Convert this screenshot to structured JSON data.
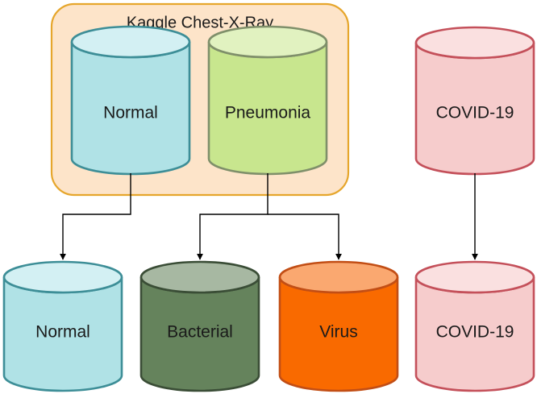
{
  "group": {
    "title": "Kaggle Chest-X-Ray",
    "fill": "#fde4c9",
    "stroke": "#e6a62c"
  },
  "sources": {
    "normal": {
      "label": "Normal",
      "body": "#b0e2e6",
      "top": "#d3f0f3",
      "stroke": "#3d8e97"
    },
    "pneumonia": {
      "label": "Pneumonia",
      "body": "#c8e68e",
      "top": "#e1f2c0",
      "stroke": "#7f8f6a"
    },
    "covid": {
      "label": "COVID-19",
      "body": "#f6cccc",
      "top": "#fae0e0",
      "stroke": "#c4505a"
    }
  },
  "targets": {
    "normal": {
      "label": "Normal",
      "body": "#b0e2e6",
      "top": "#d3f0f3",
      "stroke": "#3d8e97"
    },
    "bacterial": {
      "label": "Bacterial",
      "body": "#65835c",
      "top": "#a7b8a2",
      "stroke": "#3a4d36"
    },
    "virus": {
      "label": "Virus",
      "body": "#f96a00",
      "top": "#faa870",
      "stroke": "#c24e15"
    },
    "covid": {
      "label": "COVID-19",
      "body": "#f6cccc",
      "top": "#fae0e0",
      "stroke": "#c4505a"
    }
  }
}
